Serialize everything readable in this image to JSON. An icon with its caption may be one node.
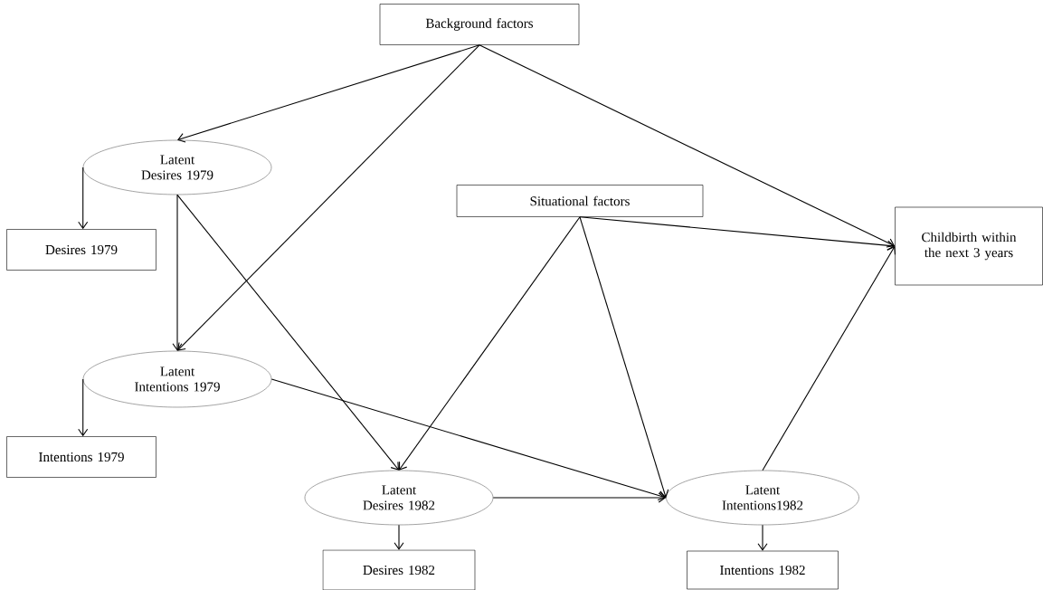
{
  "diagram": {
    "nodes": [
      {
        "text": [
          "Background factors"
        ]
      },
      {
        "text": [
          "Latent Desires 1979"
        ]
      },
      {
        "text": [
          "Desires 1979"
        ]
      },
      {
        "text": [
          "Situational factors"
        ]
      },
      {
        "text": [
          "Childbirth within the next 3 years"
        ]
      },
      {
        "text": [
          "Latent Intentions 1979"
        ]
      },
      {
        "text": [
          "Intentions 1979"
        ]
      },
      {
        "text": [
          "Latent Desires 1982"
        ]
      },
      {
        "text": [
          "Latent Intentions1982"
        ]
      },
      {
        "text": [
          "Desires 1982"
        ]
      },
      {
        "text": [
          "Intentions 1982"
        ]
      }
    ],
    "edges": [
      {
        "from": 0,
        "to": 1,
        "arrow": "to"
      },
      {
        "from": 0,
        "to": 5,
        "arrow": "to"
      },
      {
        "from": 0,
        "to": 4,
        "arrow": "to"
      },
      {
        "from": 1,
        "to": 2,
        "arrow": "to"
      },
      {
        "from": 1,
        "to": 5,
        "arrow": "to"
      },
      {
        "from": 1,
        "to": 7,
        "arrow": "to"
      },
      {
        "from": 3,
        "to": 4,
        "arrow": "to"
      },
      {
        "from": 3,
        "to": 7,
        "arrow": "to"
      },
      {
        "from": 3,
        "to": 8,
        "arrow": "to"
      },
      {
        "from": 5,
        "to": 6,
        "arrow": "to"
      },
      {
        "from": 5,
        "to": 8,
        "arrow": "to"
      },
      {
        "from": 7,
        "to": 8,
        "arrow": "to"
      },
      {
        "from": 7,
        "to": 9,
        "arrow": "to"
      },
      {
        "from": 8,
        "to": 10,
        "arrow": "to"
      },
      {
        "from": 8,
        "to": 4,
        "arrow": "to"
      }
    ]
  }
}
